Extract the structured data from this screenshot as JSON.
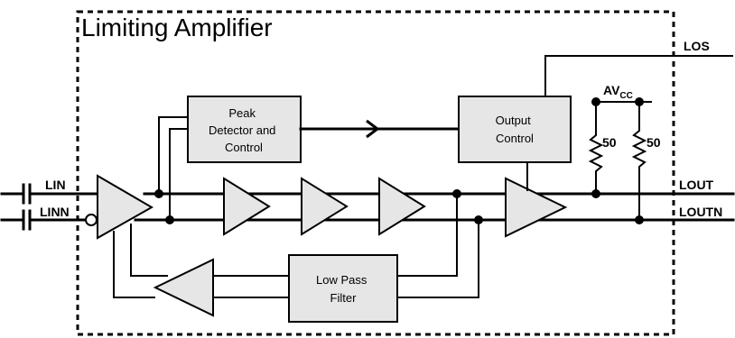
{
  "title": "Limiting Amplifier",
  "pins": {
    "lin": "LIN",
    "linn": "LINN",
    "lout": "LOUT",
    "loutn": "LOUTN",
    "los": "LOS",
    "avcc_main": "AV",
    "avcc_sub": "CC"
  },
  "blocks": {
    "peak": [
      "Peak",
      "Detector and",
      "Control"
    ],
    "output": [
      "Output",
      "Control"
    ],
    "lpf": [
      "Low Pass",
      "Filter"
    ]
  },
  "resistors": {
    "r1": "50",
    "r2": "50"
  }
}
